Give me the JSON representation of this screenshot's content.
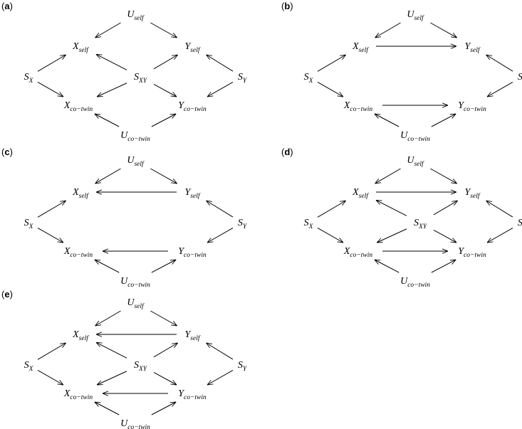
{
  "node_labels": {
    "Uself": {
      "base": "U",
      "sub": "self"
    },
    "Xself": {
      "base": "X",
      "sub": "self"
    },
    "Yself": {
      "base": "Y",
      "sub": "self"
    },
    "SX": {
      "base": "S",
      "sub": "X"
    },
    "SXY": {
      "base": "S",
      "sub": "XY"
    },
    "SY": {
      "base": "S",
      "sub": "Y"
    },
    "Xco": {
      "base": "X",
      "sub": "co−twin"
    },
    "Yco": {
      "base": "Y",
      "sub": "co−twin"
    },
    "Uco": {
      "base": "U",
      "sub": "co−twin"
    }
  },
  "panels": [
    {
      "label": "a",
      "nodes": [
        "Uself",
        "Xself",
        "Yself",
        "SX",
        "SXY",
        "SY",
        "Xco",
        "Yco",
        "Uco"
      ],
      "edges": [
        [
          "Uself",
          "Xself"
        ],
        [
          "Uself",
          "Yself"
        ],
        [
          "SX",
          "Xself"
        ],
        [
          "SX",
          "Xco"
        ],
        [
          "SY",
          "Yself"
        ],
        [
          "SY",
          "Yco"
        ],
        [
          "SXY",
          "Xself"
        ],
        [
          "SXY",
          "Yself"
        ],
        [
          "SXY",
          "Xco"
        ],
        [
          "SXY",
          "Yco"
        ],
        [
          "Uco",
          "Xco"
        ],
        [
          "Uco",
          "Yco"
        ]
      ]
    },
    {
      "label": "b",
      "nodes": [
        "Uself",
        "Xself",
        "Yself",
        "SX",
        "SY",
        "Xco",
        "Yco",
        "Uco"
      ],
      "edges": [
        [
          "Uself",
          "Xself"
        ],
        [
          "Uself",
          "Yself"
        ],
        [
          "Xself",
          "Yself"
        ],
        [
          "SX",
          "Xself"
        ],
        [
          "SX",
          "Xco"
        ],
        [
          "SY",
          "Yself"
        ],
        [
          "SY",
          "Yco"
        ],
        [
          "Xco",
          "Yco"
        ],
        [
          "Uco",
          "Xco"
        ],
        [
          "Uco",
          "Yco"
        ]
      ]
    },
    {
      "label": "c",
      "nodes": [
        "Uself",
        "Xself",
        "Yself",
        "SX",
        "SY",
        "Xco",
        "Yco",
        "Uco"
      ],
      "edges": [
        [
          "Uself",
          "Xself"
        ],
        [
          "Uself",
          "Yself"
        ],
        [
          "Yself",
          "Xself"
        ],
        [
          "SX",
          "Xself"
        ],
        [
          "SX",
          "Xco"
        ],
        [
          "SY",
          "Yself"
        ],
        [
          "SY",
          "Yco"
        ],
        [
          "Yco",
          "Xco"
        ],
        [
          "Uco",
          "Xco"
        ],
        [
          "Uco",
          "Yco"
        ]
      ]
    },
    {
      "label": "d",
      "nodes": [
        "Uself",
        "Xself",
        "Yself",
        "SX",
        "SXY",
        "SY",
        "Xco",
        "Yco",
        "Uco"
      ],
      "edges": [
        [
          "Uself",
          "Xself"
        ],
        [
          "Uself",
          "Yself"
        ],
        [
          "Xself",
          "Yself"
        ],
        [
          "SX",
          "Xself"
        ],
        [
          "SX",
          "Xco"
        ],
        [
          "SY",
          "Yself"
        ],
        [
          "SY",
          "Yco"
        ],
        [
          "SXY",
          "Xself"
        ],
        [
          "SXY",
          "Yself"
        ],
        [
          "SXY",
          "Xco"
        ],
        [
          "SXY",
          "Yco"
        ],
        [
          "Xco",
          "Yco"
        ],
        [
          "Uco",
          "Xco"
        ],
        [
          "Uco",
          "Yco"
        ]
      ]
    },
    {
      "label": "e",
      "nodes": [
        "Uself",
        "Xself",
        "Yself",
        "SX",
        "SXY",
        "SY",
        "Xco",
        "Yco",
        "Uco"
      ],
      "edges": [
        [
          "Uself",
          "Xself"
        ],
        [
          "Uself",
          "Yself"
        ],
        [
          "Yself",
          "Xself"
        ],
        [
          "SX",
          "Xself"
        ],
        [
          "SX",
          "Xco"
        ],
        [
          "SY",
          "Yself"
        ],
        [
          "SY",
          "Yco"
        ],
        [
          "SXY",
          "Xself"
        ],
        [
          "SXY",
          "Yself"
        ],
        [
          "SXY",
          "Xco"
        ],
        [
          "SXY",
          "Yco"
        ],
        [
          "Yco",
          "Xco"
        ],
        [
          "Uco",
          "Xco"
        ],
        [
          "Uco",
          "Yco"
        ]
      ]
    }
  ]
}
